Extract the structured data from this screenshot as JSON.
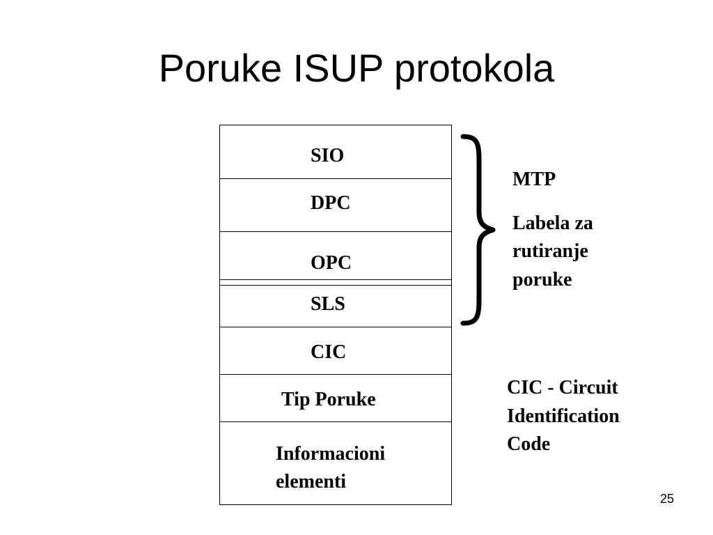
{
  "slide": {
    "title": "Poruke ISUP protokola",
    "page_number": "25"
  },
  "fields": [
    {
      "id": "sio",
      "label": "SIO"
    },
    {
      "id": "dpc",
      "label": "DPC"
    },
    {
      "id": "opc",
      "label": "OPC"
    },
    {
      "id": "sls",
      "label": "SLS"
    },
    {
      "id": "cic",
      "label": "CIC"
    },
    {
      "id": "tip-poruke",
      "label": "Tip Poruke"
    },
    {
      "id": "informacioni-elementi",
      "label_line1": "Informacioni",
      "label_line2": "elementi"
    }
  ],
  "annotations": {
    "mtp": "MTP",
    "routing_label_line1": "Labela za",
    "routing_label_line2": "rutiranje",
    "routing_label_line3": "poruke",
    "cic_line1": "CIC - Circuit",
    "cic_line2": "Identification",
    "cic_line3": "Code"
  }
}
